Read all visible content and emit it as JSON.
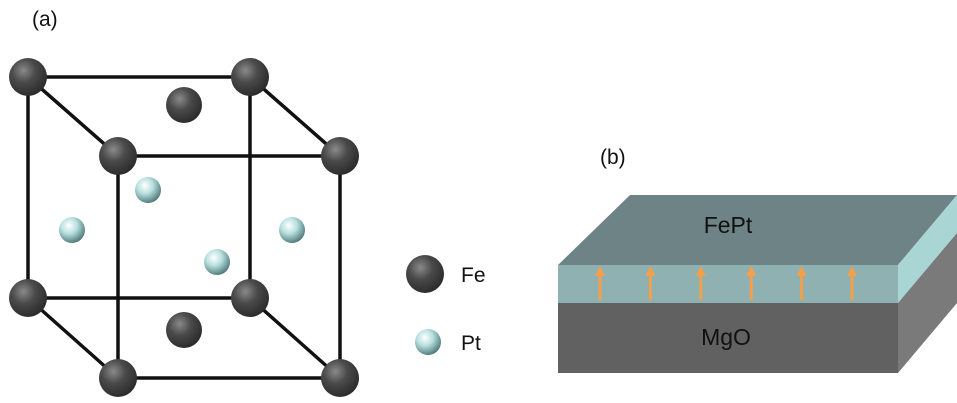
{
  "panel_a": {
    "label": "(a)",
    "legend": [
      {
        "label": "Fe",
        "icon": "fe-atom-icon",
        "color": "#3a3a3a"
      },
      {
        "label": "Pt",
        "icon": "pt-atom-icon",
        "color": "#b5dede"
      }
    ]
  },
  "panel_b": {
    "label": "(b)",
    "layers": [
      {
        "name": "FePt",
        "top_color": "#6d8385",
        "front_color": "#8fb1b1",
        "side_color": "#a9d5d5"
      },
      {
        "name": "MgO",
        "front_color": "#616161",
        "side_color": "#7a7a7a"
      }
    ],
    "magnetization_arrow_count": 6,
    "arrow_color": "#f4a04a"
  }
}
